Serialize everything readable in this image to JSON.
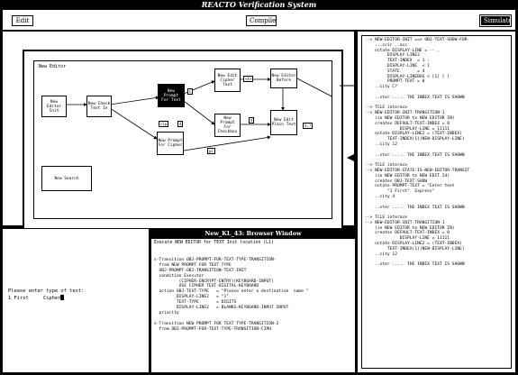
{
  "app": {
    "title": "REACTO Verification System"
  },
  "toolbar": {
    "edit_label": "Edit",
    "compile_label": "Compile",
    "simulate_label": "Simulate"
  },
  "editor": {
    "window_title": "New Editor",
    "nodes": {
      "n1": "New Editor Init",
      "n2": "New Check Text In",
      "n3": "New Prompt For Text",
      "n4": "New Prompt For Cipher",
      "n5": "New Edit Cipher Text",
      "n6": "New Prompt For Checkbox",
      "n7": "New Editor Before",
      "n8": "New Edit Plain Text",
      "n9": "New Search"
    },
    "tags": {
      "t1": "C",
      "t2": "4",
      "t3": "cip",
      "t4": "X",
      "t5": "pi",
      "t6": "<X>",
      "t7": "S.?"
    }
  },
  "trace": {
    "lines": [
      "--> NEW-EDITOR-INIT ==> OBJ-TEXT-SHOW-FOR-",
      "    ...ccir ..acc",
      "    nctate DISPLAY-LINE = -- .",
      "         DISPLAY-LINE2",
      "         TEXT-INDEX  = 1 .",
      "         DISPLAY-LINE  < 1",
      "         STATE       = 4",
      "         DISPLAY-LINEBAS < [1] [ ]",
      "         PROMPT-TEXT = 0",
      "    ..city C?",
      "",
      "    ..ster ..... THE INDEX TEXT IS SHOWN",
      "",
      "--> TCLE interace",
      "--> NEW-EDITOR-INIT-TRANSITION-1",
      "    (in NEW EDITOR to NEW EDITOR IN)",
      "    creates DEFAULT-TEXT-INDEX = 0",
      "              DISPLAY-LINE = 11111",
      "    nctate DISPLAY-LINE2 = (TEXT-INDEX)",
      "         TEXT-INDEX(1)(NEW-DISPLAY-LINE)",
      "    ..city 12",
      "",
      "    ..ster ..... THE INDEX TEXT IS SHOWN",
      "",
      "--> TCLE interace",
      "--> NEW-EDITOR-STATE-IS-NEW-EDITOR-TRANSIT",
      "    (in NEW EDITOR to NEW EDIT I4)",
      "    creates OBJ-TEXT-SHOW",
      "    nctate PROMPT-TEXT = \"Enter text",
      "         \"1 First\"  Express\"",
      "    ..city 4",
      "",
      "    ..ster ..... THE INDEX TEXT IS SHOWN",
      "",
      "--> TCLE interace",
      "--> NEW-EDITOR-INIT-TRANSITION-1",
      "    (in NEW EDITOR to NEW EDITOR IN)",
      "    creates DEFAULT-TEXT-INDEX = 0",
      "              DISPLAY-LINE = 11111",
      "    nctate DISPLAY-LINE2 = (TEXT-INDEX)",
      "         TEXT-INDEX(1)(NEW-DISPLAY-LINE)",
      "    ..city 12",
      "",
      "    ..ster ..... THE INDEX TEXT IS SHOWN"
    ]
  },
  "prompt": {
    "line1": "Please enter type of text:",
    "line2": "1 First     Cipher"
  },
  "browser": {
    "title": "New_KL_43: Browser Window",
    "subtitle": "Execute NEW EDITOR for TEXT Init location (L1)",
    "lines": [
      "",
      "s-Transition OBJ-PROMPT-FOR-TEXT-TYPE-TRANSITION-",
      "  from NEW PROMPT FOR TEXT TYPE",
      "  OBJ-PROMPT-OBJ-TRANSITION-TEXT-INIT",
      "  condition Executor",
      "          (CIPHER-ENCRYPT-ENTRY)(KEYBOARD-INPUT)",
      "          USE CIPHER TEXT-DIGITAL-KEYBOARD",
      "  action OBJ-TEXT-TYPE   = \"Please enter a destination  name \"",
      "         DISPLAY-LINE2   = \"1\"",
      "         TEXT-TYPE       = DIGITS",
      "         DISPLAY-LINE2   = BLANKS-KEYBOARD-INPUT INPUT",
      "  priority",
      "",
      "s-Transition NEW PROMPT FOR TEXT TYPE-TRANSITION-2",
      "  from OBJ-PROMPT-FOR-TEXT-TYPE-TRANSITION-CIPH"
    ]
  }
}
